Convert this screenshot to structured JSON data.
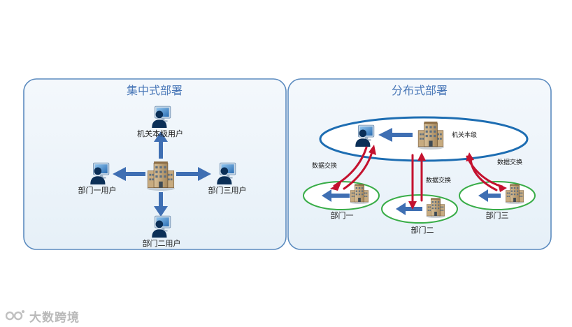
{
  "centralized": {
    "title": "集中式部署",
    "center_label": "",
    "users": {
      "top": "机关本级用户",
      "left": "部门一用户",
      "right": "部门三用户",
      "bottom": "部门二用户"
    }
  },
  "distributed": {
    "title": "分布式部署",
    "hq_label": "机关本级",
    "exchange_label": "数据交换",
    "departments": [
      "部门一",
      "部门二",
      "部门三"
    ]
  },
  "watermark": {
    "text": "大数跨境"
  },
  "colors": {
    "panel_fill": "#ebf3fa",
    "panel_border": "#5b8bbf",
    "title": "#4a78b8",
    "blue_arrow": "#3f6fb3",
    "red_arrow": "#c4122f",
    "hq_ellipse": "#1d6db2",
    "dept_ellipse": "#39ad48"
  }
}
